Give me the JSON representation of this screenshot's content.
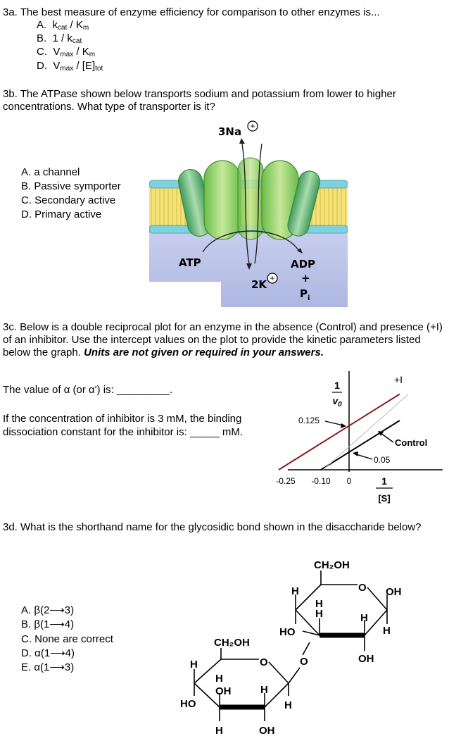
{
  "q3a": {
    "question": "3a. The best measure of enzyme efficiency for comparison to other enzymes is...",
    "options": [
      {
        "letter": "A.",
        "main": "k",
        "sub": "cat",
        "rest": " / K",
        "sub2": "m"
      },
      {
        "letter": "B.",
        "main": "1 / k",
        "sub": "cat",
        "rest": "",
        "sub2": ""
      },
      {
        "letter": "C.",
        "main": "V",
        "sub": "max",
        "rest": " / K",
        "sub2": "m"
      },
      {
        "letter": "D.",
        "main": "V",
        "sub": "max",
        "rest": " / [E]",
        "sub2": "tot"
      }
    ]
  },
  "q3b": {
    "question": "3b. The ATPase shown below transports sodium and potassium from lower to higher concentrations. What type of transporter is it?",
    "options": [
      "A.  a channel",
      "B.  Passive symporter",
      "C.  Secondary active",
      "D.  Primary active"
    ],
    "figure": {
      "na": "3Na",
      "k": "2K",
      "atp": "ATP",
      "adp": "ADP",
      "plus": "+",
      "pi": "P",
      "pi_sub": "i"
    }
  },
  "q3c": {
    "question_plain": "3c. Below is a double reciprocal plot for an enzyme in the absence (Control) and presence (+I) of an inhibitor. Use the intercept values on the plot to provide the kinetic parameters listed below the graph. ",
    "question_emph": "Units are not given or required in your answers.",
    "alpha_prompt": "The value of α (or α') is: _________.",
    "ki_prompt_1": "If the concentration of inhibitor is 3 mM, the binding",
    "ki_prompt_2": "dissociation constant for the inhibitor is: _____ mM."
  },
  "chart_data": {
    "type": "line",
    "title": "",
    "xlabel": "1/[S]",
    "ylabel": "1/v0",
    "x_ticks": [
      "-0.25",
      "-0.10",
      "0"
    ],
    "annotations": [
      "0.125",
      "0.05",
      "+I",
      "Control"
    ],
    "series": [
      {
        "name": "+I",
        "x": [
          -0.25,
          0.18
        ],
        "y": [
          0,
          0.215
        ],
        "color": "#8b1a1a"
      },
      {
        "name": "Control",
        "x": [
          -0.1,
          0.18
        ],
        "y": [
          0,
          0.14
        ],
        "color": "#000000"
      }
    ],
    "y_intercepts": {
      "+I": 0.125,
      "Control": 0.05
    },
    "x_intercepts": {
      "+I": -0.25,
      "Control": -0.1
    }
  },
  "q3d": {
    "question": "3d. What is the shorthand name for the glycosidic bond shown in the disaccharide below?",
    "options": [
      "A.  β(2⟶3)",
      "B.  β(1⟶4)",
      "C.  None are correct",
      "D.  α(1⟶4)",
      "E.  α(1⟶3)"
    ],
    "structure": {
      "ch2oh": "CH₂OH",
      "o": "O",
      "oh": "OH",
      "ho": "HO",
      "h": "H"
    }
  }
}
